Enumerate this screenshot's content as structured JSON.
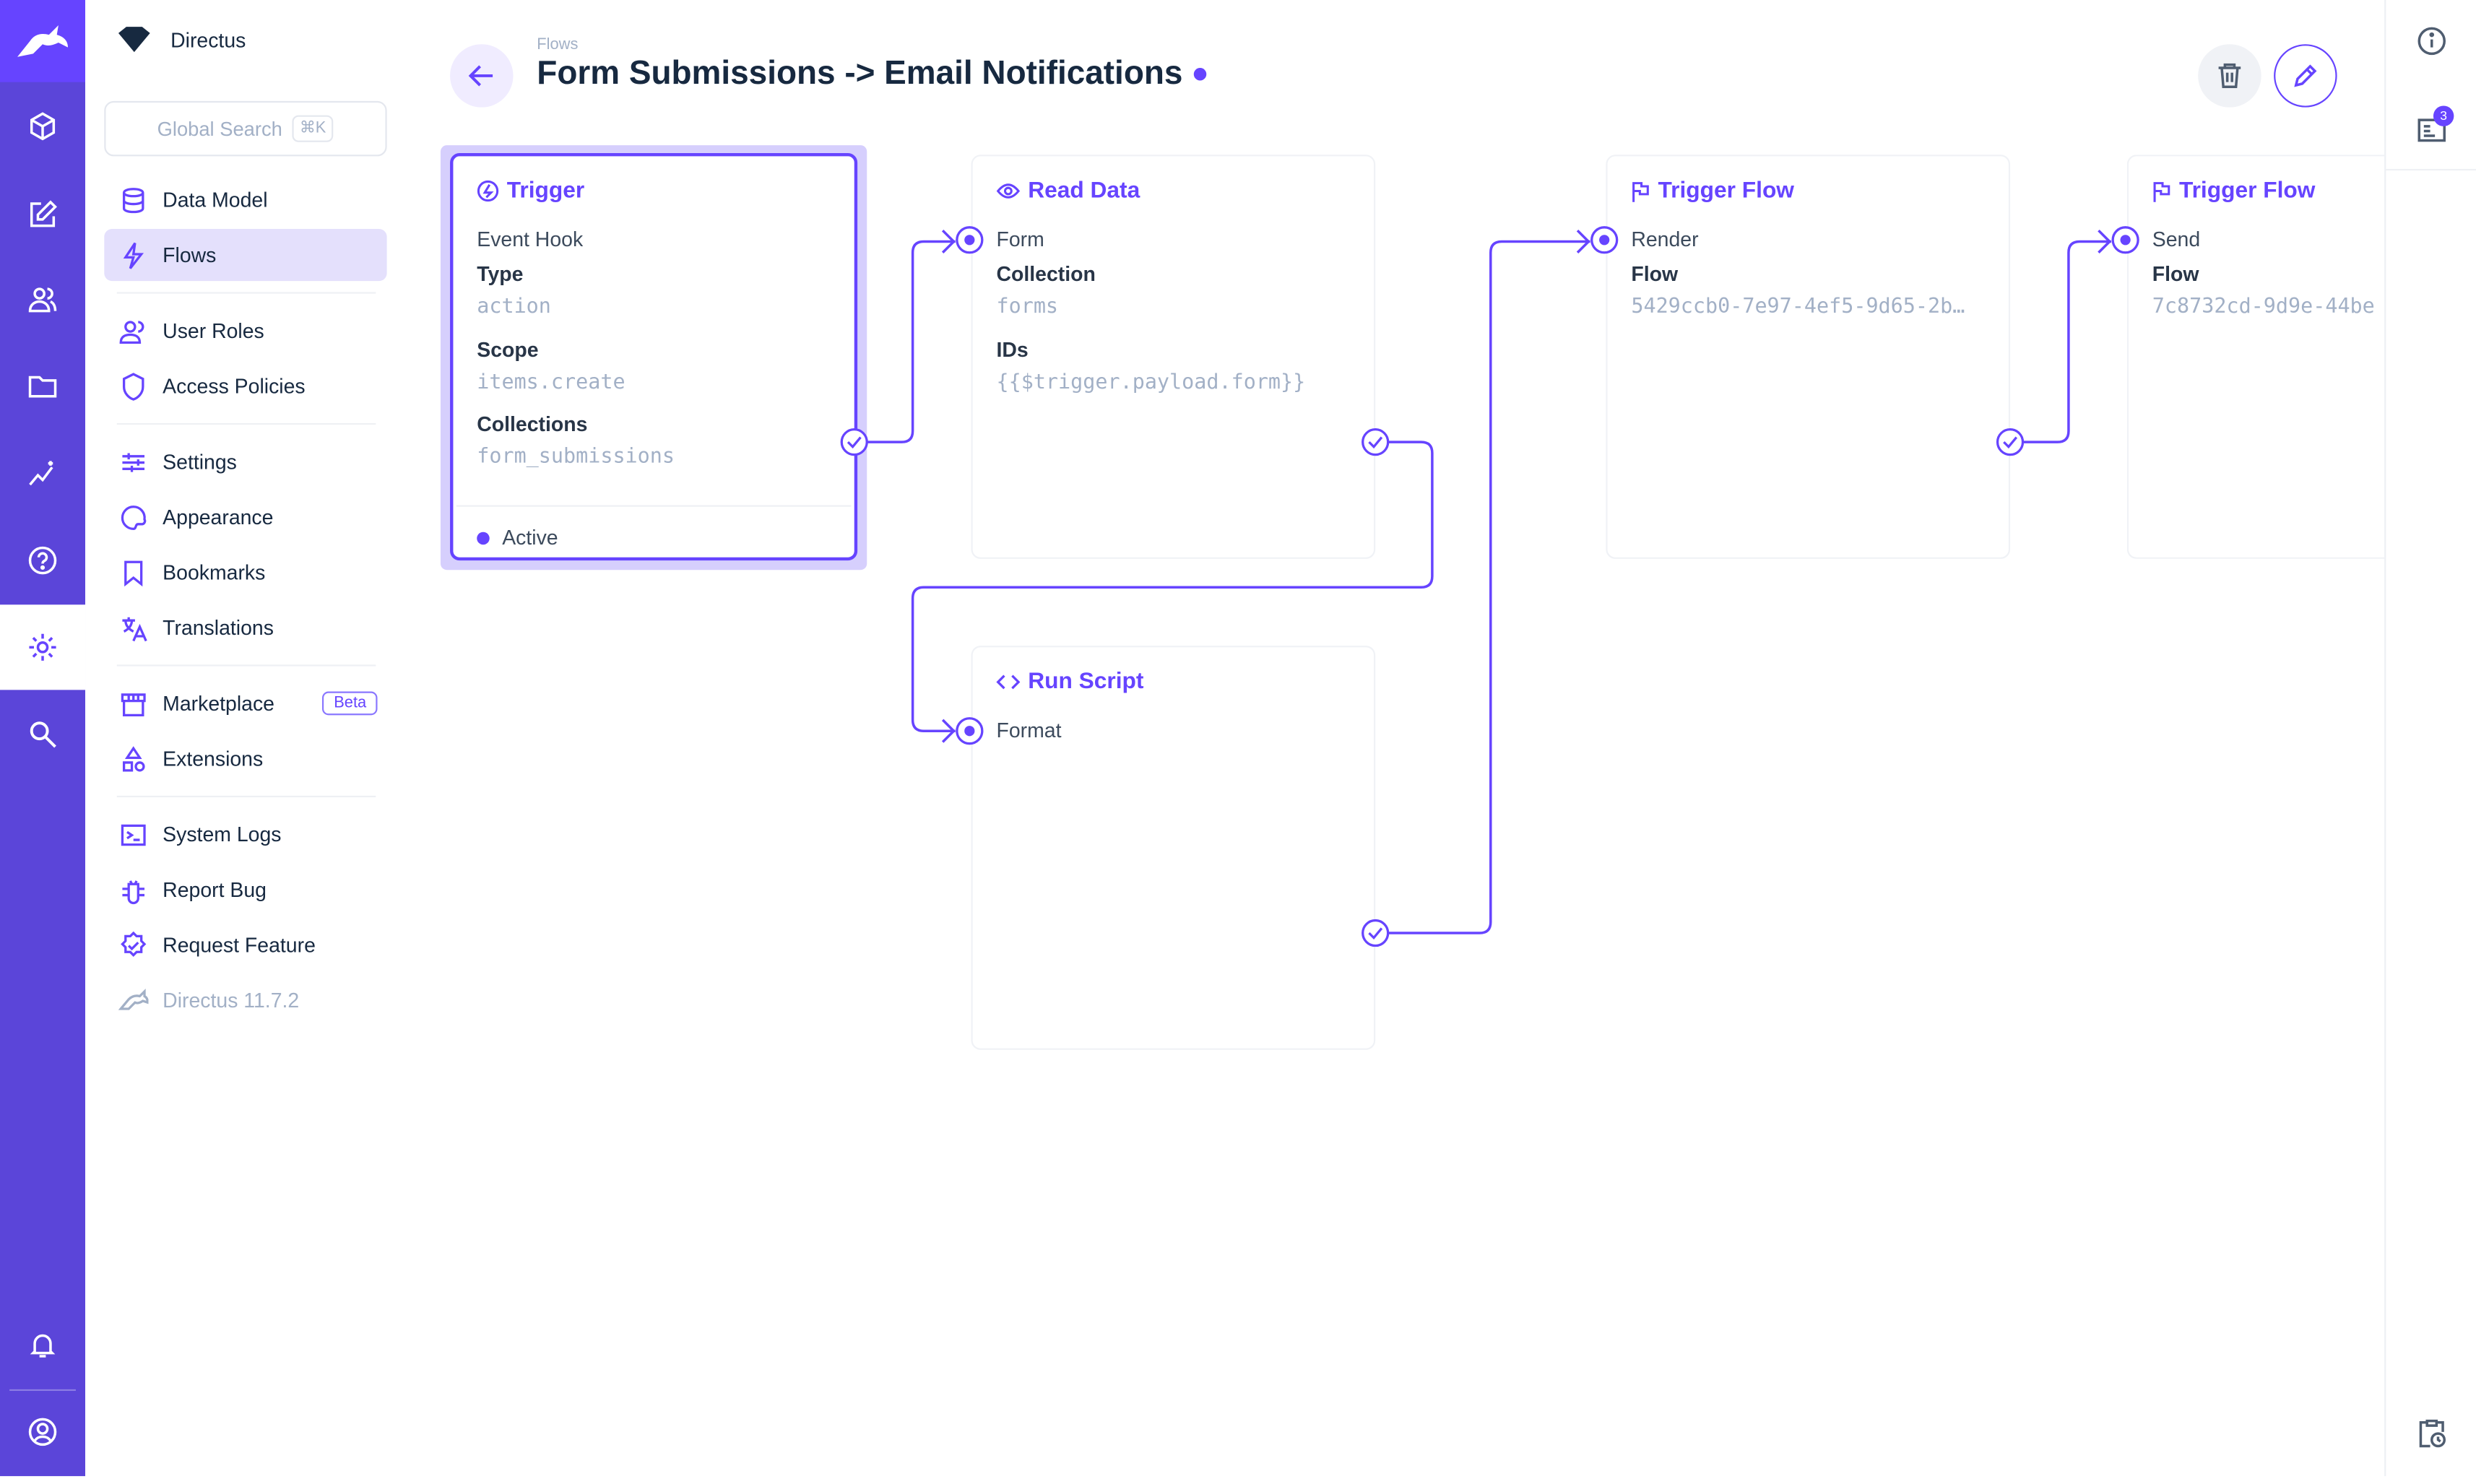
{
  "app": {
    "name": "Directus",
    "accent": "#6644ff"
  },
  "rail": {
    "icons": [
      "cube-icon",
      "edit-icon",
      "users-icon",
      "folder-icon",
      "insights-icon",
      "help-icon",
      "settings-icon",
      "search-icon",
      "bell-icon",
      "user-avatar-icon"
    ]
  },
  "nav": {
    "search_placeholder": "Global Search",
    "search_shortcut": "⌘K",
    "items": [
      {
        "label": "Data Model"
      },
      {
        "label": "Flows"
      },
      {
        "label": "User Roles"
      },
      {
        "label": "Access Policies"
      },
      {
        "label": "Settings"
      },
      {
        "label": "Appearance"
      },
      {
        "label": "Bookmarks"
      },
      {
        "label": "Translations"
      },
      {
        "label": "Marketplace",
        "badge": "Beta"
      },
      {
        "label": "Extensions"
      },
      {
        "label": "System Logs"
      },
      {
        "label": "Report Bug"
      },
      {
        "label": "Request Feature"
      },
      {
        "label": "Directus 11.7.2"
      }
    ]
  },
  "header": {
    "breadcrumb": "Flows",
    "title": "Form Submissions -> Email Notifications"
  },
  "rightbar": {
    "notifications_count": "3"
  },
  "flow": {
    "trigger": {
      "title": "Trigger",
      "name": "Event Hook",
      "fields": [
        {
          "label": "Type",
          "value": "action"
        },
        {
          "label": "Scope",
          "value": "items.create"
        },
        {
          "label": "Collections",
          "value": "form_submissions"
        }
      ],
      "status": "Active"
    },
    "read_data": {
      "title": "Read Data",
      "name": "Form",
      "fields": [
        {
          "label": "Collection",
          "value": "forms"
        },
        {
          "label": "IDs",
          "value": "{{$trigger.payload.form}}"
        }
      ]
    },
    "run_script": {
      "title": "Run Script",
      "name": "Format"
    },
    "trigger_flow_1": {
      "title": "Trigger Flow",
      "name": "Render",
      "fields": [
        {
          "label": "Flow",
          "value": "5429ccb0-7e97-4ef5-9d65-2b…"
        }
      ]
    },
    "trigger_flow_2": {
      "title": "Trigger Flow",
      "name": "Send",
      "fields": [
        {
          "label": "Flow",
          "value": "7c8732cd-9d9e-44be"
        }
      ]
    }
  }
}
